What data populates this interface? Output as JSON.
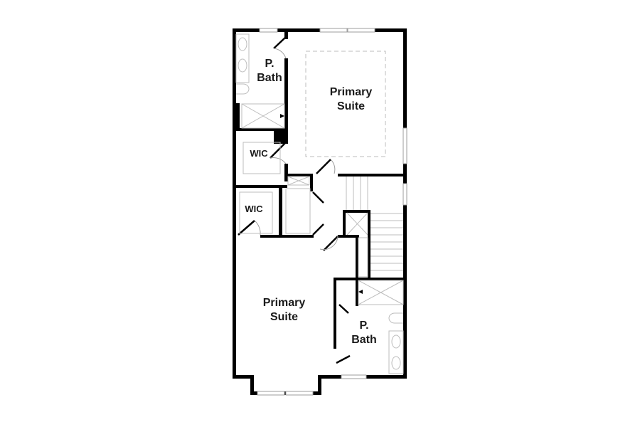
{
  "plan": {
    "rooms": [
      {
        "id": "p-bath-upper",
        "line1": "P.",
        "line2": "Bath"
      },
      {
        "id": "primary-suite-upper",
        "line1": "Primary",
        "line2": "Suite"
      },
      {
        "id": "wic-upper",
        "line1": "WIC"
      },
      {
        "id": "wic-lower",
        "line1": "WIC"
      },
      {
        "id": "primary-suite-lower",
        "line1": "Primary",
        "line2": "Suite"
      },
      {
        "id": "p-bath-lower",
        "line1": "P.",
        "line2": "Bath"
      }
    ],
    "colors": {
      "wall": "#000000",
      "fixture": "#bdbdbd",
      "background": "#ffffff"
    }
  }
}
